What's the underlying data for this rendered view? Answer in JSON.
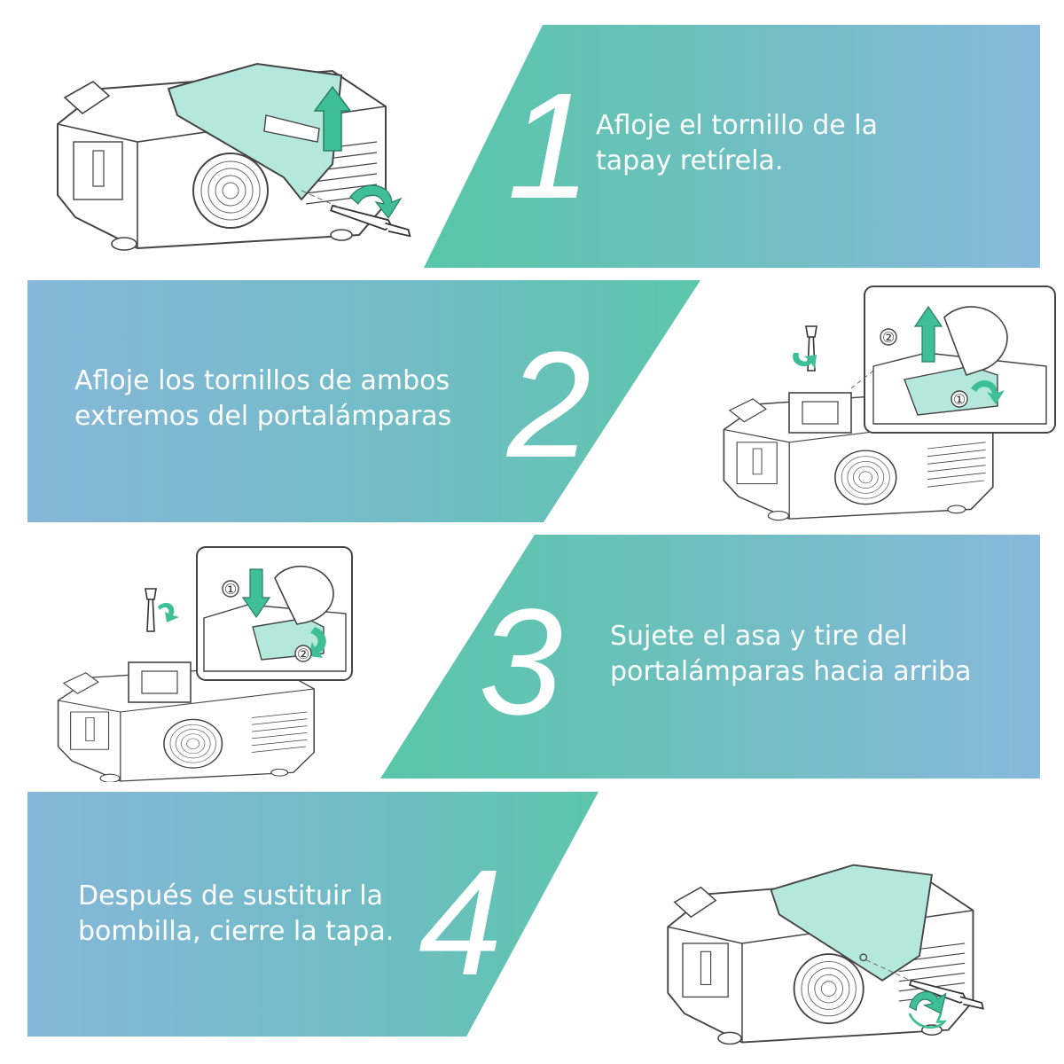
{
  "steps": [
    {
      "number": "1",
      "lines": [
        "Afloje el tornillo de la",
        "tapay retírela."
      ]
    },
    {
      "number": "2",
      "lines": [
        "Afloje los tornillos de ambos",
        "extremos del portalámparas"
      ]
    },
    {
      "number": "3",
      "lines": [
        "Sujete el asa y tire del",
        "portalámparas hacia arriba"
      ]
    },
    {
      "number": "4",
      "lines": [
        "Después de sustituir la",
        "bombilla, cierre la tapa."
      ]
    }
  ],
  "callouts": {
    "first": "①",
    "second": "②"
  },
  "colors": {
    "green": "#5cc7ad",
    "blue": "#86b8da",
    "cover_mint": "#b5e8dc",
    "arrow_green": "#3fbf95",
    "line": "#444444",
    "text": "#ffffff"
  },
  "icons": [
    "projector-illustration",
    "lift-arrow-icon",
    "rotate-arrow-icon",
    "screwdriver-icon",
    "hand-icon"
  ]
}
